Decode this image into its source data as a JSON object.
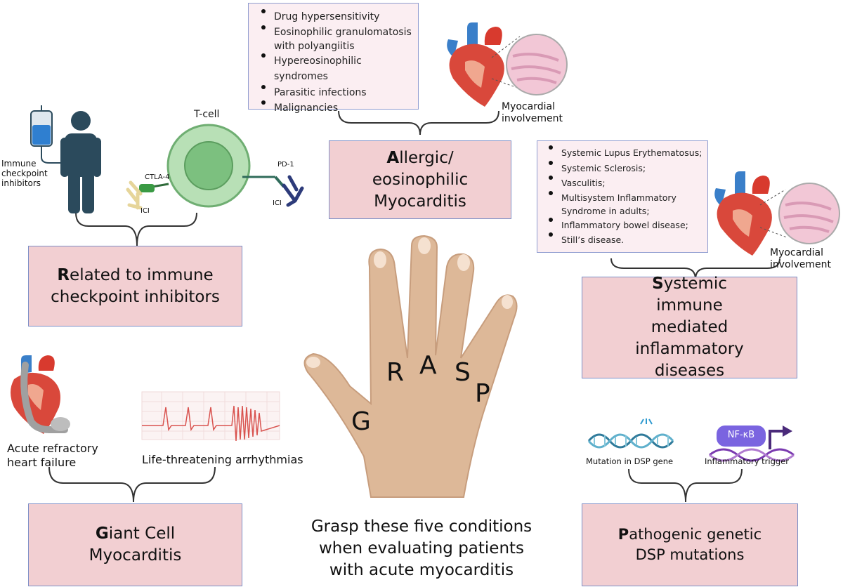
{
  "allergic_list": [
    "Drug hypersensitivity",
    "Eosinophilic granulomatosis with polyangiitis",
    "Hypereosinophilic syndromes",
    "Parasitic infections",
    "Malignancies"
  ],
  "systemic_list": [
    "Systemic Lupus Erythematosus;",
    "Systemic Sclerosis;",
    "Vasculitis;",
    "Multisystem Inflammatory Syndrome in adults;",
    "Inflammatory bowel disease;",
    "Still’s disease."
  ],
  "boxes": {
    "allergic": {
      "initial": "A",
      "rest": "llergic/ eosinophilic Myocarditis"
    },
    "related": {
      "initial": "R",
      "rest": "elated to immune checkpoint inhibitors"
    },
    "systemic": {
      "initial": "S",
      "rest": "ystemic immune mediated inflammatory diseases"
    },
    "giant": {
      "initial": "G",
      "rest": "iant Cell Myocarditis"
    },
    "pathogenic": {
      "initial": "P",
      "rest": "athogenic genetic DSP mutations"
    }
  },
  "labels": {
    "myocardial_1": "Myocardial involvement",
    "myocardial_2": "Myocardial involvement",
    "tcell": "T-cell",
    "immune_ci": "Immune checkpoint inhibitors",
    "ctla4": "CTLA-4",
    "pd1": "PD-1",
    "ici_1": "ICI",
    "ici_2": "ICI",
    "acute_hf": "Acute refractory heart failure",
    "arrhythmias": "Life-threatening arrhythmias",
    "dsp_gene": "Mutation in DSP gene",
    "nfkb": "NF-κB",
    "trigger": "Inflammatory trigger"
  },
  "hand_letters": {
    "G": "G",
    "R": "R",
    "A": "A",
    "S": "S",
    "P": "P"
  },
  "caption": "Grasp these five conditions when evaluating patients with acute myocarditis",
  "colors": {
    "box_fill": "#f2cfd2",
    "box_border": "#7d8fc7",
    "list_fill": "#fbeef2",
    "skin": "#dcb594",
    "cell": "#9fd3a3",
    "person": "#2b4a5c"
  }
}
